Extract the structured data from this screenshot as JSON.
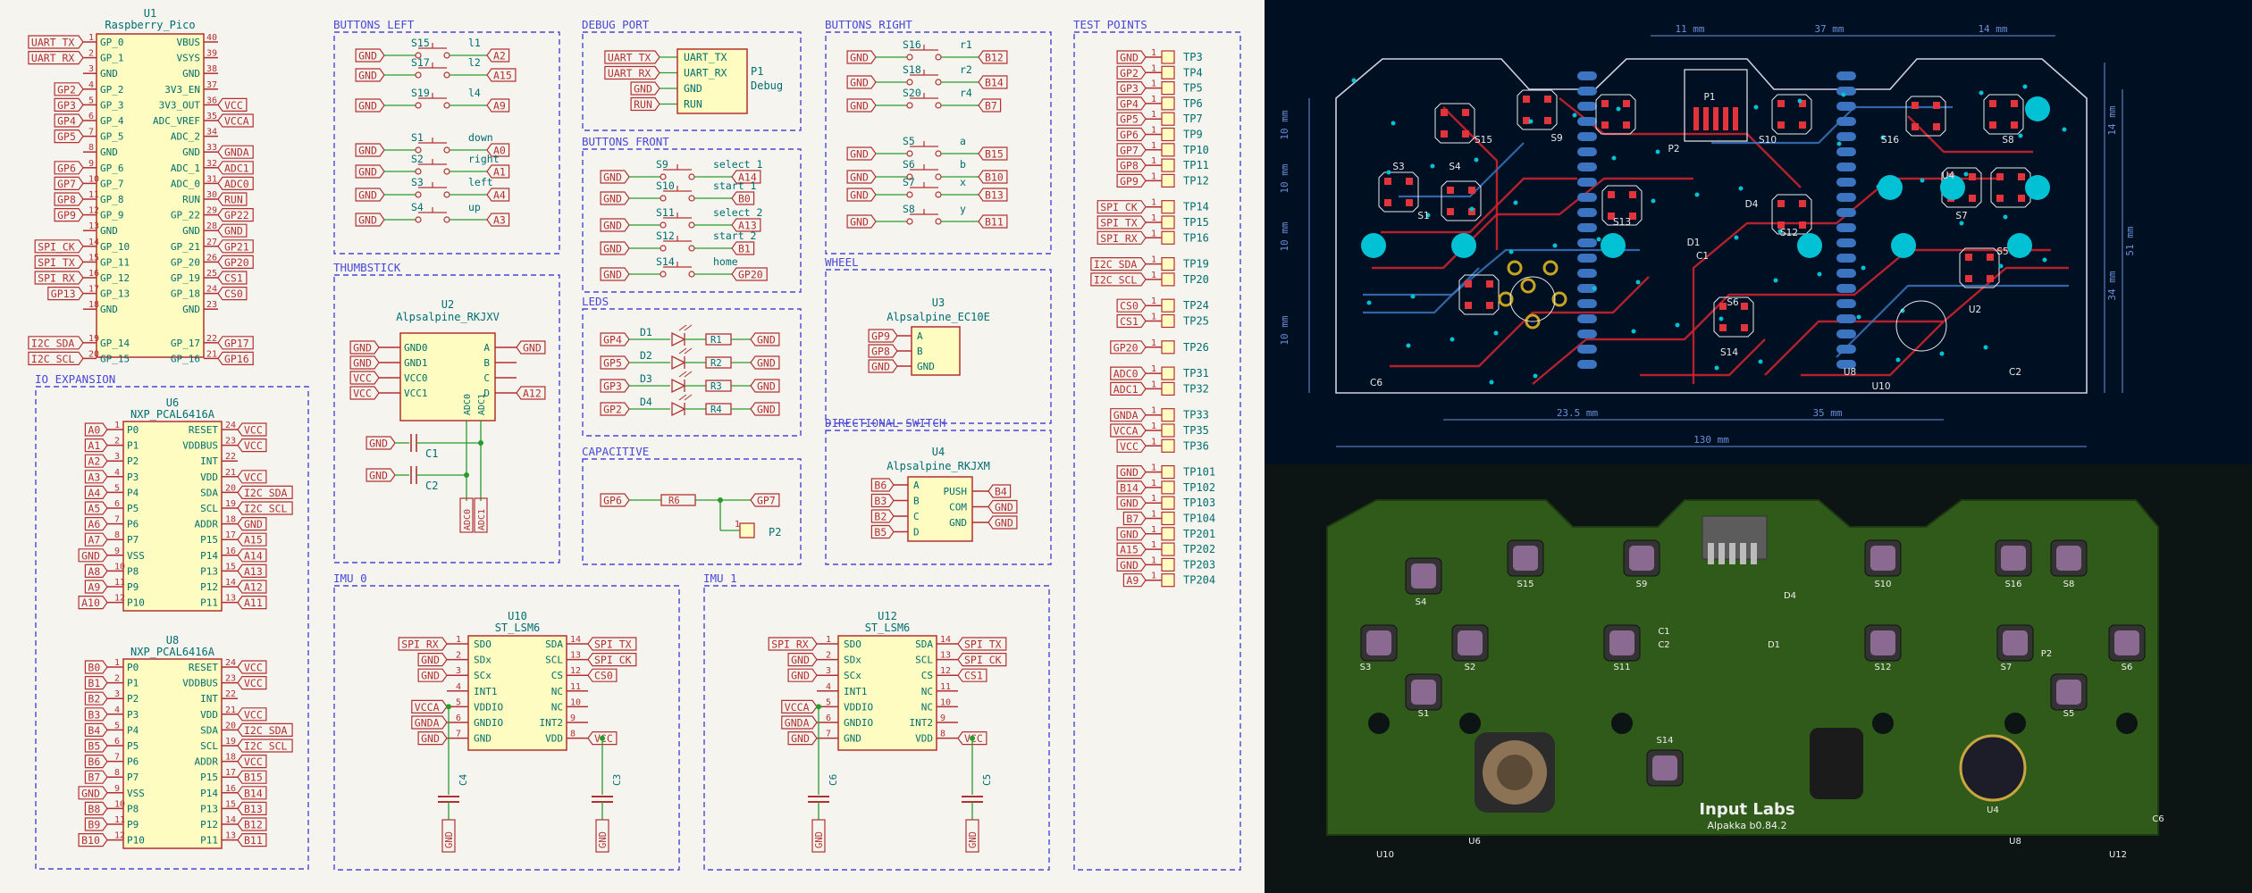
{
  "schematic": {
    "u1": {
      "ref": "U1",
      "value": "Raspberry_Pico",
      "left_pins": [
        {
          "num": "1",
          "name": "GP_0"
        },
        {
          "num": "2",
          "name": "GP_1"
        },
        {
          "num": "3",
          "name": "GND"
        },
        {
          "num": "4",
          "name": "GP_2"
        },
        {
          "num": "5",
          "name": "GP_3"
        },
        {
          "num": "6",
          "name": "GP_4"
        },
        {
          "num": "7",
          "name": "GP_5"
        },
        {
          "num": "8",
          "name": "GND"
        },
        {
          "num": "9",
          "name": "GP_6"
        },
        {
          "num": "10",
          "name": "GP_7"
        },
        {
          "num": "11",
          "name": "GP_8"
        },
        {
          "num": "12",
          "name": "GP_9"
        },
        {
          "num": "13",
          "name": "GND"
        },
        {
          "num": "14",
          "name": "GP_10"
        },
        {
          "num": "15",
          "name": "GP_11"
        },
        {
          "num": "16",
          "name": "GP_12"
        },
        {
          "num": "17",
          "name": "GP_13"
        },
        {
          "num": "18",
          "name": "GND"
        },
        {
          "num": "19",
          "name": "GP_14"
        },
        {
          "num": "20",
          "name": "GP_15"
        }
      ],
      "left_labels": [
        "UART_TX",
        "UART_RX",
        "",
        "GP2",
        "GP3",
        "GP4",
        "GP5",
        "",
        "GP6",
        "GP7",
        "GP8",
        "GP9",
        "",
        "SPI_CK",
        "SPI_TX",
        "SPI_RX",
        "GP13",
        "",
        "I2C_SDA",
        "I2C_SCL"
      ],
      "right_pins": [
        {
          "num": "40",
          "name": "VBUS"
        },
        {
          "num": "39",
          "name": "VSYS"
        },
        {
          "num": "38",
          "name": "GND"
        },
        {
          "num": "37",
          "name": "3V3_EN"
        },
        {
          "num": "36",
          "name": "3V3_OUT"
        },
        {
          "num": "35",
          "name": "ADC_VREF"
        },
        {
          "num": "34",
          "name": "ADC_2"
        },
        {
          "num": "33",
          "name": "GND"
        },
        {
          "num": "32",
          "name": "ADC_1"
        },
        {
          "num": "31",
          "name": "ADC_0"
        },
        {
          "num": "30",
          "name": "RUN"
        },
        {
          "num": "29",
          "name": "GP_22"
        },
        {
          "num": "28",
          "name": "GND"
        },
        {
          "num": "27",
          "name": "GP_21"
        },
        {
          "num": "26",
          "name": "GP_20"
        },
        {
          "num": "25",
          "name": "GP_19"
        },
        {
          "num": "24",
          "name": "GP_18"
        },
        {
          "num": "23",
          "name": "GND"
        },
        {
          "num": "22",
          "name": "GP_17"
        },
        {
          "num": "21",
          "name": "GP_16"
        }
      ],
      "right_labels": [
        "",
        "",
        "",
        "",
        "VCC",
        "VCCA",
        "",
        "GNDA",
        "ADC1",
        "ADC0",
        "RUN",
        "GP22",
        "GND",
        "GP21",
        "GP20",
        "CS1",
        "CS0",
        "",
        "GP17",
        "GP16"
      ]
    },
    "io_expansion": {
      "title": "IO EXPANSION",
      "chips": [
        {
          "ref": "U6",
          "value": "NXP_PCAL6416A",
          "left": [
            [
              "1",
              "P0"
            ],
            [
              "2",
              "P1"
            ],
            [
              "3",
              "P2"
            ],
            [
              "4",
              "P3"
            ],
            [
              "5",
              "P4"
            ],
            [
              "6",
              "P5"
            ],
            [
              "7",
              "P6"
            ],
            [
              "8",
              "P7"
            ],
            [
              "9",
              "VSS"
            ],
            [
              "10",
              "P8"
            ],
            [
              "11",
              "P9"
            ],
            [
              "12",
              "P10"
            ]
          ],
          "left_labels": [
            "A0",
            "A1",
            "A2",
            "A3",
            "A4",
            "A5",
            "A6",
            "A7",
            "GND",
            "A8",
            "A9",
            "A10"
          ],
          "right": [
            [
              "24",
              "RESET"
            ],
            [
              "23",
              "VDDBUS"
            ],
            [
              "22",
              "INT"
            ],
            [
              "21",
              "VDD"
            ],
            [
              "20",
              "SDA"
            ],
            [
              "19",
              "SCL"
            ],
            [
              "18",
              "ADDR"
            ],
            [
              "17",
              "P15"
            ],
            [
              "16",
              "P14"
            ],
            [
              "15",
              "P13"
            ],
            [
              "14",
              "P12"
            ],
            [
              "13",
              "P11"
            ]
          ],
          "right_labels": [
            "VCC",
            "VCC",
            "",
            "VCC",
            "I2C_SDA",
            "I2C_SCL",
            "GND",
            "A15",
            "A14",
            "A13",
            "A12",
            "A11"
          ]
        },
        {
          "ref": "U8",
          "value": "NXP_PCAL6416A",
          "left": [
            [
              "1",
              "P0"
            ],
            [
              "2",
              "P1"
            ],
            [
              "3",
              "P2"
            ],
            [
              "4",
              "P3"
            ],
            [
              "5",
              "P4"
            ],
            [
              "6",
              "P5"
            ],
            [
              "7",
              "P6"
            ],
            [
              "8",
              "P7"
            ],
            [
              "9",
              "VSS"
            ],
            [
              "10",
              "P8"
            ],
            [
              "11",
              "P9"
            ],
            [
              "12",
              "P10"
            ]
          ],
          "left_labels": [
            "B0",
            "B1",
            "B2",
            "B3",
            "B4",
            "B5",
            "B6",
            "B7",
            "GND",
            "B8",
            "B9",
            "B10"
          ],
          "right": [
            [
              "24",
              "RESET"
            ],
            [
              "23",
              "VDDBUS"
            ],
            [
              "22",
              "INT"
            ],
            [
              "21",
              "VDD"
            ],
            [
              "20",
              "SDA"
            ],
            [
              "19",
              "SCL"
            ],
            [
              "18",
              "ADDR"
            ],
            [
              "17",
              "P15"
            ],
            [
              "16",
              "P14"
            ],
            [
              "15",
              "P13"
            ],
            [
              "14",
              "P12"
            ],
            [
              "13",
              "P11"
            ]
          ],
          "right_labels": [
            "VCC",
            "VCC",
            "",
            "VCC",
            "I2C_SDA",
            "I2C_SCL",
            "VCC",
            "B15",
            "B14",
            "B13",
            "B12",
            "B11"
          ]
        }
      ]
    },
    "buttons_left": {
      "title": "BUTTONS LEFT",
      "rows": [
        {
          "sw": "S15",
          "name": "l1",
          "net": "A2"
        },
        {
          "sw": "S17",
          "name": "l2",
          "net": "A15"
        },
        {
          "sw": "S19",
          "name": "l4",
          "net": "A9"
        },
        {
          "sw": "S1",
          "name": "down",
          "net": "A0"
        },
        {
          "sw": "S2",
          "name": "right",
          "net": "A1"
        },
        {
          "sw": "S3",
          "name": "left",
          "net": "A4"
        },
        {
          "sw": "S4",
          "name": "up",
          "net": "A3"
        }
      ]
    },
    "debug_port": {
      "title": "DEBUG PORT",
      "nets": [
        "UART_TX",
        "UART_RX",
        "GND",
        "RUN"
      ],
      "pins": [
        "UART_TX",
        "UART_RX",
        "GND",
        "RUN"
      ],
      "ref": "P1",
      "value": "Debug"
    },
    "buttons_front": {
      "title": "BUTTONS FRONT",
      "rows": [
        {
          "sw": "S9",
          "name": "select_1",
          "net": "A14"
        },
        {
          "sw": "S10",
          "name": "start_1",
          "net": "B0"
        },
        {
          "sw": "S11",
          "name": "select_2",
          "net": "A13"
        },
        {
          "sw": "S12",
          "name": "start_2",
          "net": "B1"
        },
        {
          "sw": "S14",
          "name": "home",
          "net": "GP20"
        }
      ]
    },
    "buttons_right": {
      "title": "BUTTONS RIGHT",
      "rows": [
        {
          "sw": "S16",
          "name": "r1",
          "net": "B12"
        },
        {
          "sw": "S18",
          "name": "r2",
          "net": "B14"
        },
        {
          "sw": "S20",
          "name": "r4",
          "net": "B7"
        },
        {
          "sw": "S5",
          "name": "a",
          "net": "B15"
        },
        {
          "sw": "S6",
          "name": "b",
          "net": "B10"
        },
        {
          "sw": "S7",
          "name": "x",
          "net": "B13"
        },
        {
          "sw": "S8",
          "name": "y",
          "net": "B11"
        }
      ]
    },
    "thumbstick": {
      "title": "THUMBSTICK",
      "ref": "U2",
      "value": "Alpsalpine_RKJXV",
      "left_pins": [
        "GND0",
        "GND1",
        "VCC0",
        "VCC1"
      ],
      "left_nets": [
        "GND",
        "GND",
        "VCC",
        "VCC"
      ],
      "right_pins": [
        "A",
        "B",
        "C",
        "D"
      ],
      "right_nets": [
        "GND",
        "",
        "",
        "A12"
      ],
      "bottom_pins": [
        "ADC0",
        "ADC1"
      ],
      "caps": [
        "C1",
        "C2"
      ],
      "adc_nets": [
        "ADC0",
        "ADC1"
      ],
      "gnd": "GND"
    },
    "leds": {
      "title": "LEDS",
      "rows": [
        {
          "net": "GP4",
          "d": "D1",
          "r": "R1"
        },
        {
          "net": "GP5",
          "d": "D2",
          "r": "R2"
        },
        {
          "net": "GP3",
          "d": "D3",
          "r": "R3"
        },
        {
          "net": "GP2",
          "d": "D4",
          "r": "R4"
        }
      ],
      "gnd": "GND"
    },
    "capacitive": {
      "title": "CAPACITIVE",
      "net_in": "GP6",
      "resistor": "R6",
      "net_out": "GP7",
      "pad": "P2"
    },
    "wheel": {
      "title": "WHEEL",
      "ref": "U3",
      "value": "Alpsalpine_EC10E",
      "pins": [
        "A",
        "B",
        "GND"
      ],
      "nets": [
        "GP9",
        "GP8",
        "GND"
      ]
    },
    "directional_switch": {
      "title": "DIRECTIONAL SWITCH",
      "ref": "U4",
      "value": "Alpsalpine_RKJXM",
      "left_pins": [
        "A",
        "B",
        "C",
        "D"
      ],
      "left_nets": [
        "B6",
        "B3",
        "B2",
        "B5"
      ],
      "right_pins": [
        "PUSH",
        "COM",
        "GND"
      ],
      "right_nets": [
        "B4",
        "GND",
        "GND"
      ]
    },
    "imu0": {
      "title": "IMU 0",
      "ref": "U10",
      "value": "ST_LSM6",
      "left": [
        "SDO",
        "SDx",
        "SCx",
        "INT1",
        "VDDIO",
        "GNDIO",
        "GND"
      ],
      "left_nets": [
        "SPI_RX",
        "GND",
        "GND",
        "",
        "VCCA",
        "GNDA",
        "GND"
      ],
      "right": [
        "SDA",
        "SCL",
        "CS",
        "NC",
        "NC",
        "INT2",
        "VDD"
      ],
      "right_nets": [
        "SPI_TX",
        "SPI_CK",
        "CS0",
        "",
        "",
        "",
        "VCC"
      ],
      "caps": [
        "C4",
        "C3"
      ],
      "gnd": "GND"
    },
    "imu1": {
      "title": "IMU 1",
      "ref": "U12",
      "value": "ST_LSM6",
      "left": [
        "SDO",
        "SDx",
        "SCx",
        "INT1",
        "VDDIO",
        "GNDIO",
        "GND"
      ],
      "left_nets": [
        "SPI_RX",
        "GND",
        "GND",
        "",
        "VCCA",
        "GNDA",
        "GND"
      ],
      "right": [
        "SDA",
        "SCL",
        "CS",
        "NC",
        "NC",
        "INT2",
        "VDD"
      ],
      "right_nets": [
        "SPI_TX",
        "SPI_CK",
        "CS1",
        "",
        "",
        "",
        "VCC"
      ],
      "caps": [
        "C6",
        "C5"
      ],
      "gnd": "GND"
    },
    "test_points": {
      "title": "TEST POINTS",
      "rows": [
        {
          "net": "GND",
          "tp": "TP3"
        },
        {
          "net": "GP2",
          "tp": "TP4"
        },
        {
          "net": "GP3",
          "tp": "TP5"
        },
        {
          "net": "GP4",
          "tp": "TP6"
        },
        {
          "net": "GP5",
          "tp": "TP7"
        },
        {
          "net": "GP6",
          "tp": "TP9"
        },
        {
          "net": "GP7",
          "tp": "TP10"
        },
        {
          "net": "GP8",
          "tp": "TP11"
        },
        {
          "net": "GP9",
          "tp": "TP12"
        },
        {
          "net": "SPI_CK",
          "tp": "TP14"
        },
        {
          "net": "SPI_TX",
          "tp": "TP15"
        },
        {
          "net": "SPI_RX",
          "tp": "TP16"
        },
        {
          "net": "I2C_SDA",
          "tp": "TP19"
        },
        {
          "net": "I2C_SCL",
          "tp": "TP20"
        },
        {
          "net": "CS0",
          "tp": "TP24"
        },
        {
          "net": "CS1",
          "tp": "TP25"
        },
        {
          "net": "GP20",
          "tp": "TP26"
        },
        {
          "net": "ADC0",
          "tp": "TP31"
        },
        {
          "net": "ADC1",
          "tp": "TP32"
        },
        {
          "net": "GNDA",
          "tp": "TP33"
        },
        {
          "net": "VCCA",
          "tp": "TP35"
        },
        {
          "net": "VCC",
          "tp": "TP36"
        },
        {
          "net": "GND",
          "tp": "TP101"
        },
        {
          "net": "B14",
          "tp": "TP102"
        },
        {
          "net": "GND",
          "tp": "TP103"
        },
        {
          "net": "B7",
          "tp": "TP104"
        },
        {
          "net": "GND",
          "tp": "TP201"
        },
        {
          "net": "A15",
          "tp": "TP202"
        },
        {
          "net": "GND",
          "tp": "TP203"
        },
        {
          "net": "A9",
          "tp": "TP204"
        }
      ]
    }
  },
  "pcb_layout": {
    "dimensions": [
      "11 mm",
      "37 mm",
      "14 mm",
      "10 mm",
      "10 mm",
      "10 mm",
      "10 mm",
      "14 mm",
      "51 mm",
      "34 mm",
      "23.5 mm",
      "35 mm",
      "130 mm"
    ],
    "silk_labels": [
      "P1",
      "S9",
      "S10",
      "S15",
      "S16",
      "S8",
      "S4",
      "S3",
      "S1",
      "S13",
      "S12",
      "S7",
      "S5",
      "S6",
      "S14",
      "U2",
      "U4",
      "P2",
      "D4",
      "D1",
      "C1",
      "C2",
      "C6",
      "U8",
      "U10",
      "Input Labs",
      "Alpakka b0.84.2"
    ],
    "colors": {
      "board_bg": "#001023",
      "outline": "#d0d0e8",
      "dim": "#6a8fd8",
      "copper_front": "#c8242e",
      "copper_back": "#3b74c0",
      "pad": "#e3343c",
      "via": "#00c2d4",
      "silk": "#e8e8e8",
      "hole": "#c7a51e"
    }
  },
  "render": {
    "labels": [
      "S4",
      "S15",
      "S9",
      "S10",
      "S16",
      "S8",
      "S3",
      "S2",
      "S11",
      "S12",
      "S7",
      "S6",
      "S1",
      "S5",
      "S14",
      "P2",
      "U4",
      "U6",
      "U8",
      "U10",
      "U12",
      "D4",
      "D1",
      "C1",
      "C2",
      "C6"
    ],
    "brand": "Input Labs",
    "version": "Alpakka b0.84.2",
    "colors": {
      "board": "#2f5a1a",
      "button": "#8a6a90",
      "gold": "#c9a640"
    }
  }
}
